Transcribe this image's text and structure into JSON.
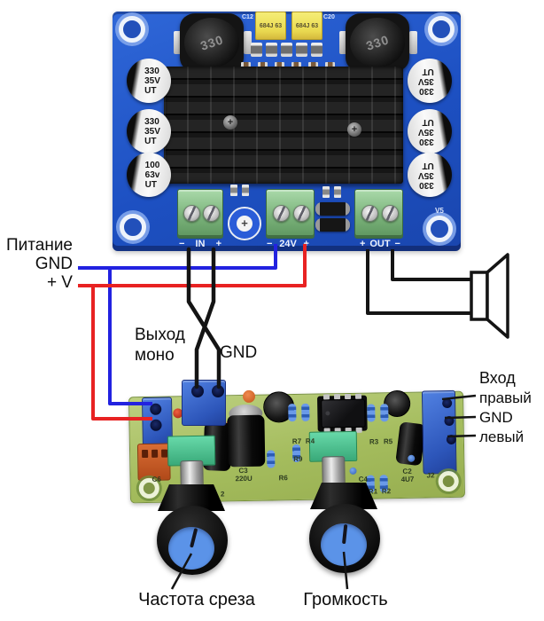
{
  "power_labels": {
    "title": "Питание",
    "gnd": "GND",
    "plus": "+ V"
  },
  "mono_labels": {
    "line1": "Выход",
    "line2": "моно",
    "gnd": "GND"
  },
  "input_labels": {
    "title": "Вход",
    "right": "правый",
    "gnd": "GND",
    "left": "левый"
  },
  "knob_labels": {
    "knob1": "Частота среза",
    "knob2": "Громкость"
  },
  "amp_board": {
    "inductors": [
      "330",
      "330"
    ],
    "film_caps": [
      "684J 63",
      "684J 63"
    ],
    "silk": {
      "c12": "C12",
      "c20": "C20",
      "v5": "V5"
    },
    "caps_left": [
      "330\n35V\nUT",
      "330\n35V\nUT",
      "100\n63v\nUT"
    ],
    "caps_right": [
      "330\n35V\nUT",
      "330\n35V\nUT",
      "330\n35V\nUT"
    ],
    "trimmer_glyph": "+",
    "screw_glyphs": "+",
    "terminals": {
      "in": {
        "left": "−",
        "label": "IN",
        "right": "+"
      },
      "v24": {
        "left": "−",
        "label": "24V",
        "right": "+"
      },
      "out": {
        "left": "+",
        "label": "OUT",
        "right": "−"
      }
    }
  },
  "control_board": {
    "markings": [
      "C6",
      "C3",
      "220U",
      "R6",
      "R7",
      "R4",
      "R9",
      "R3",
      "R5",
      "C4",
      "C2",
      "4U7",
      "J2",
      "R1",
      "R2",
      "2"
    ]
  },
  "colors": {
    "wire_blue": "#2222e0",
    "wire_red": "#e82222",
    "wire_black": "#141414",
    "amp_pcb": "#2458c8",
    "ctrl_pcb": "#a8bf63",
    "knob_top": "#5b93e8"
  }
}
